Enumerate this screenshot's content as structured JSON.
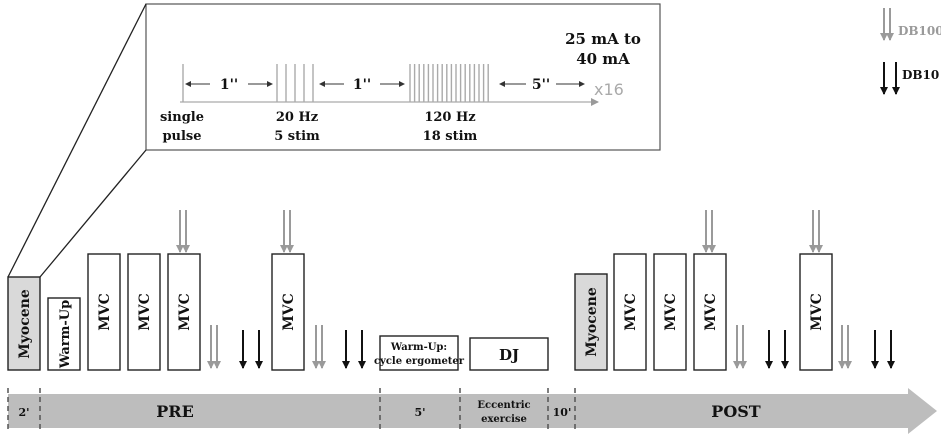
{
  "inset": {
    "intervals": [
      "1''",
      "1''",
      "5''"
    ],
    "repeat": "x16",
    "intensity": [
      "25 mA to",
      "40 mA"
    ],
    "stim_labels": [
      {
        "line1": "single",
        "line2": "pulse"
      },
      {
        "line1": "20 Hz",
        "line2": "5 stim"
      },
      {
        "line1": "120 Hz",
        "line2": "18 stim"
      }
    ]
  },
  "legend": {
    "db100": "DB100",
    "db10": "DB10",
    "db100_color": "#9a9a9a",
    "db10_color": "#111111"
  },
  "blocks": {
    "myocene": "Myocene",
    "warmup": "Warm-Up",
    "mvc": "MVC",
    "warmup_cycle": [
      "Warm-Up:",
      "cycle ergometer"
    ],
    "dj": "DJ"
  },
  "timeline": {
    "labels": [
      "2'",
      "PRE",
      "5'",
      "Eccentric",
      "exercise",
      "10'",
      "POST"
    ],
    "arrow_color": "#bdbdbd"
  }
}
